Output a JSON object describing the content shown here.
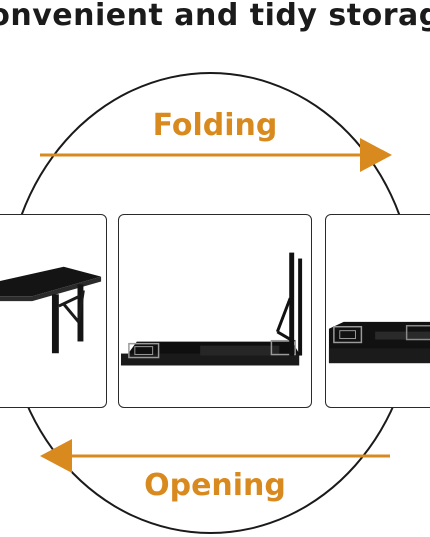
{
  "headline": "onvenient and tidy storag",
  "labels": {
    "folding": "Folding",
    "opening": "Opening"
  },
  "colors": {
    "accent": "#d98a1f",
    "outline": "#1a1a1a",
    "table": "#141414"
  },
  "icons": {
    "right_arrow": "right-arrow-icon",
    "left_arrow": "left-arrow-icon",
    "open_table": "open-table-icon",
    "folding_table": "folding-table-icon",
    "folded_table": "folded-table-icon"
  }
}
